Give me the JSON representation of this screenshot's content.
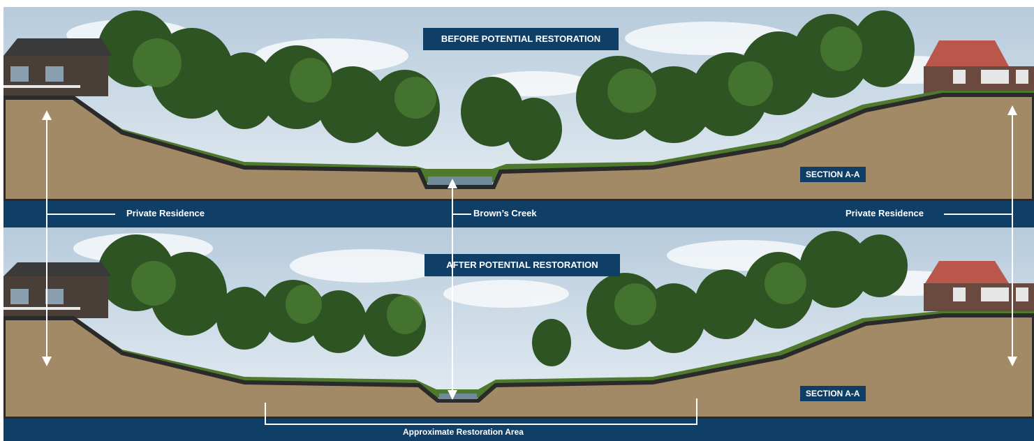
{
  "before": {
    "title": "BEFORE POTENTIAL RESTORATION",
    "section": "SECTION A-A"
  },
  "middle_band": {
    "left_label": "Private Residence",
    "center_label": "Brown’s Creek",
    "right_label": "Private Residence"
  },
  "after": {
    "title": "AFTER POTENTIAL RESTORATION",
    "section": "SECTION A-A"
  },
  "bottom_band": {
    "restoration_label": "Approximate Restoration Area"
  },
  "colors": {
    "navy": "#0f3f66",
    "soil": "#a38a66",
    "soil_edge": "#2a2a2a",
    "grass": "#4f7a2e",
    "tree_dark": "#2e5424",
    "tree_mid": "#3f6a2c",
    "sky": "#c9d9e6",
    "water": "#6f8a98"
  }
}
